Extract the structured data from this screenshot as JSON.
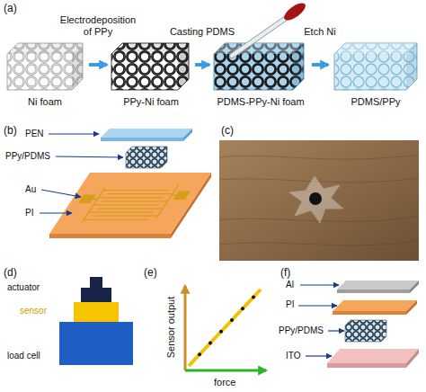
{
  "diagram": {
    "nodes": [
      {
        "text": [
          "Ni foam"
        ]
      },
      {
        "text": [
          "PPy-Ni foam"
        ]
      },
      {
        "text": [
          "PDMS-PPy-Ni foam"
        ]
      },
      {
        "text": [
          "PDMS/PPy"
        ]
      }
    ],
    "edges": [
      {
        "from": 0,
        "to": 1,
        "arrow": "to",
        "label": "Electrodeposition of PPy"
      },
      {
        "from": 1,
        "to": 2,
        "arrow": "to",
        "label": "Casting PDMS"
      },
      {
        "from": 2,
        "to": 3,
        "arrow": "to",
        "label": "Etch Ni"
      }
    ],
    "labels": [
      "(a)",
      "(b)",
      "(c)",
      "PEN",
      "PPy/PDMS",
      "Au",
      "PI",
      "(d)",
      "actuator",
      "sensor",
      "load cell",
      "(e)",
      "Sensor output",
      "force",
      "(f)",
      "Al",
      "PI",
      "PPy/PDMS",
      "ITO"
    ]
  }
}
